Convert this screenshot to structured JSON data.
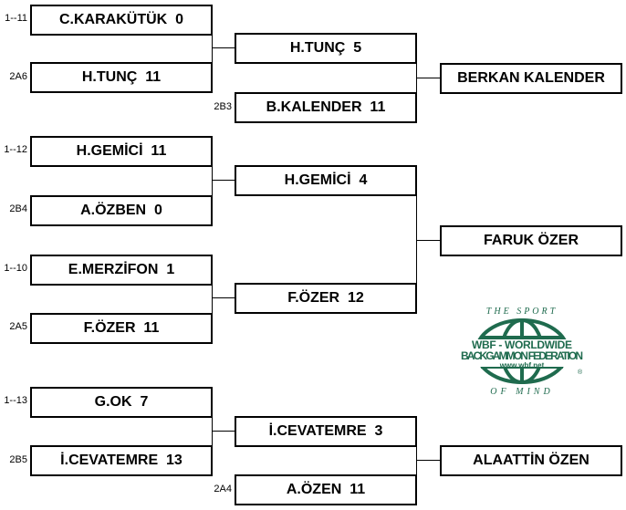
{
  "bracket": {
    "round1": [
      {
        "seed": "1--11",
        "player": "C.KARAKÜTÜK",
        "score": "0"
      },
      {
        "seed": "2A6",
        "player": "H.TUNÇ",
        "score": "11"
      },
      {
        "seed": "1--12",
        "player": "H.GEMİCİ",
        "score": "11"
      },
      {
        "seed": "2B4",
        "player": "A.ÖZBEN",
        "score": "0"
      },
      {
        "seed": "1--10",
        "player": "E.MERZİFON",
        "score": "1"
      },
      {
        "seed": "2A5",
        "player": "F.ÖZER",
        "score": "11"
      },
      {
        "seed": "1--13",
        "player": "G.OK",
        "score": "7"
      },
      {
        "seed": "2B5",
        "player": "İ.CEVATEMRE",
        "score": "13"
      }
    ],
    "round2": [
      {
        "seed": "",
        "player": "H.TUNÇ",
        "score": "5"
      },
      {
        "seed": "2B3",
        "player": "B.KALENDER",
        "score": "11"
      },
      {
        "seed": "",
        "player": "H.GEMİCİ",
        "score": "4"
      },
      {
        "seed": "",
        "player": "F.ÖZER",
        "score": "12"
      },
      {
        "seed": "",
        "player": "İ.CEVATEMRE",
        "score": "3"
      },
      {
        "seed": "2A4",
        "player": "A.ÖZEN",
        "score": "11"
      }
    ],
    "winners": [
      "BERKAN KALENDER",
      "FARUK ÖZER",
      "ALAATTİN ÖZEN"
    ]
  },
  "logo": {
    "top_text": "THE SPORT",
    "line1": "WBF - WORLDWIDE",
    "line2": "BACKGAMMON FEDERATION",
    "url": "www.wbf.net",
    "bottom_text": "OF MIND",
    "color": "#1f6b4e"
  }
}
